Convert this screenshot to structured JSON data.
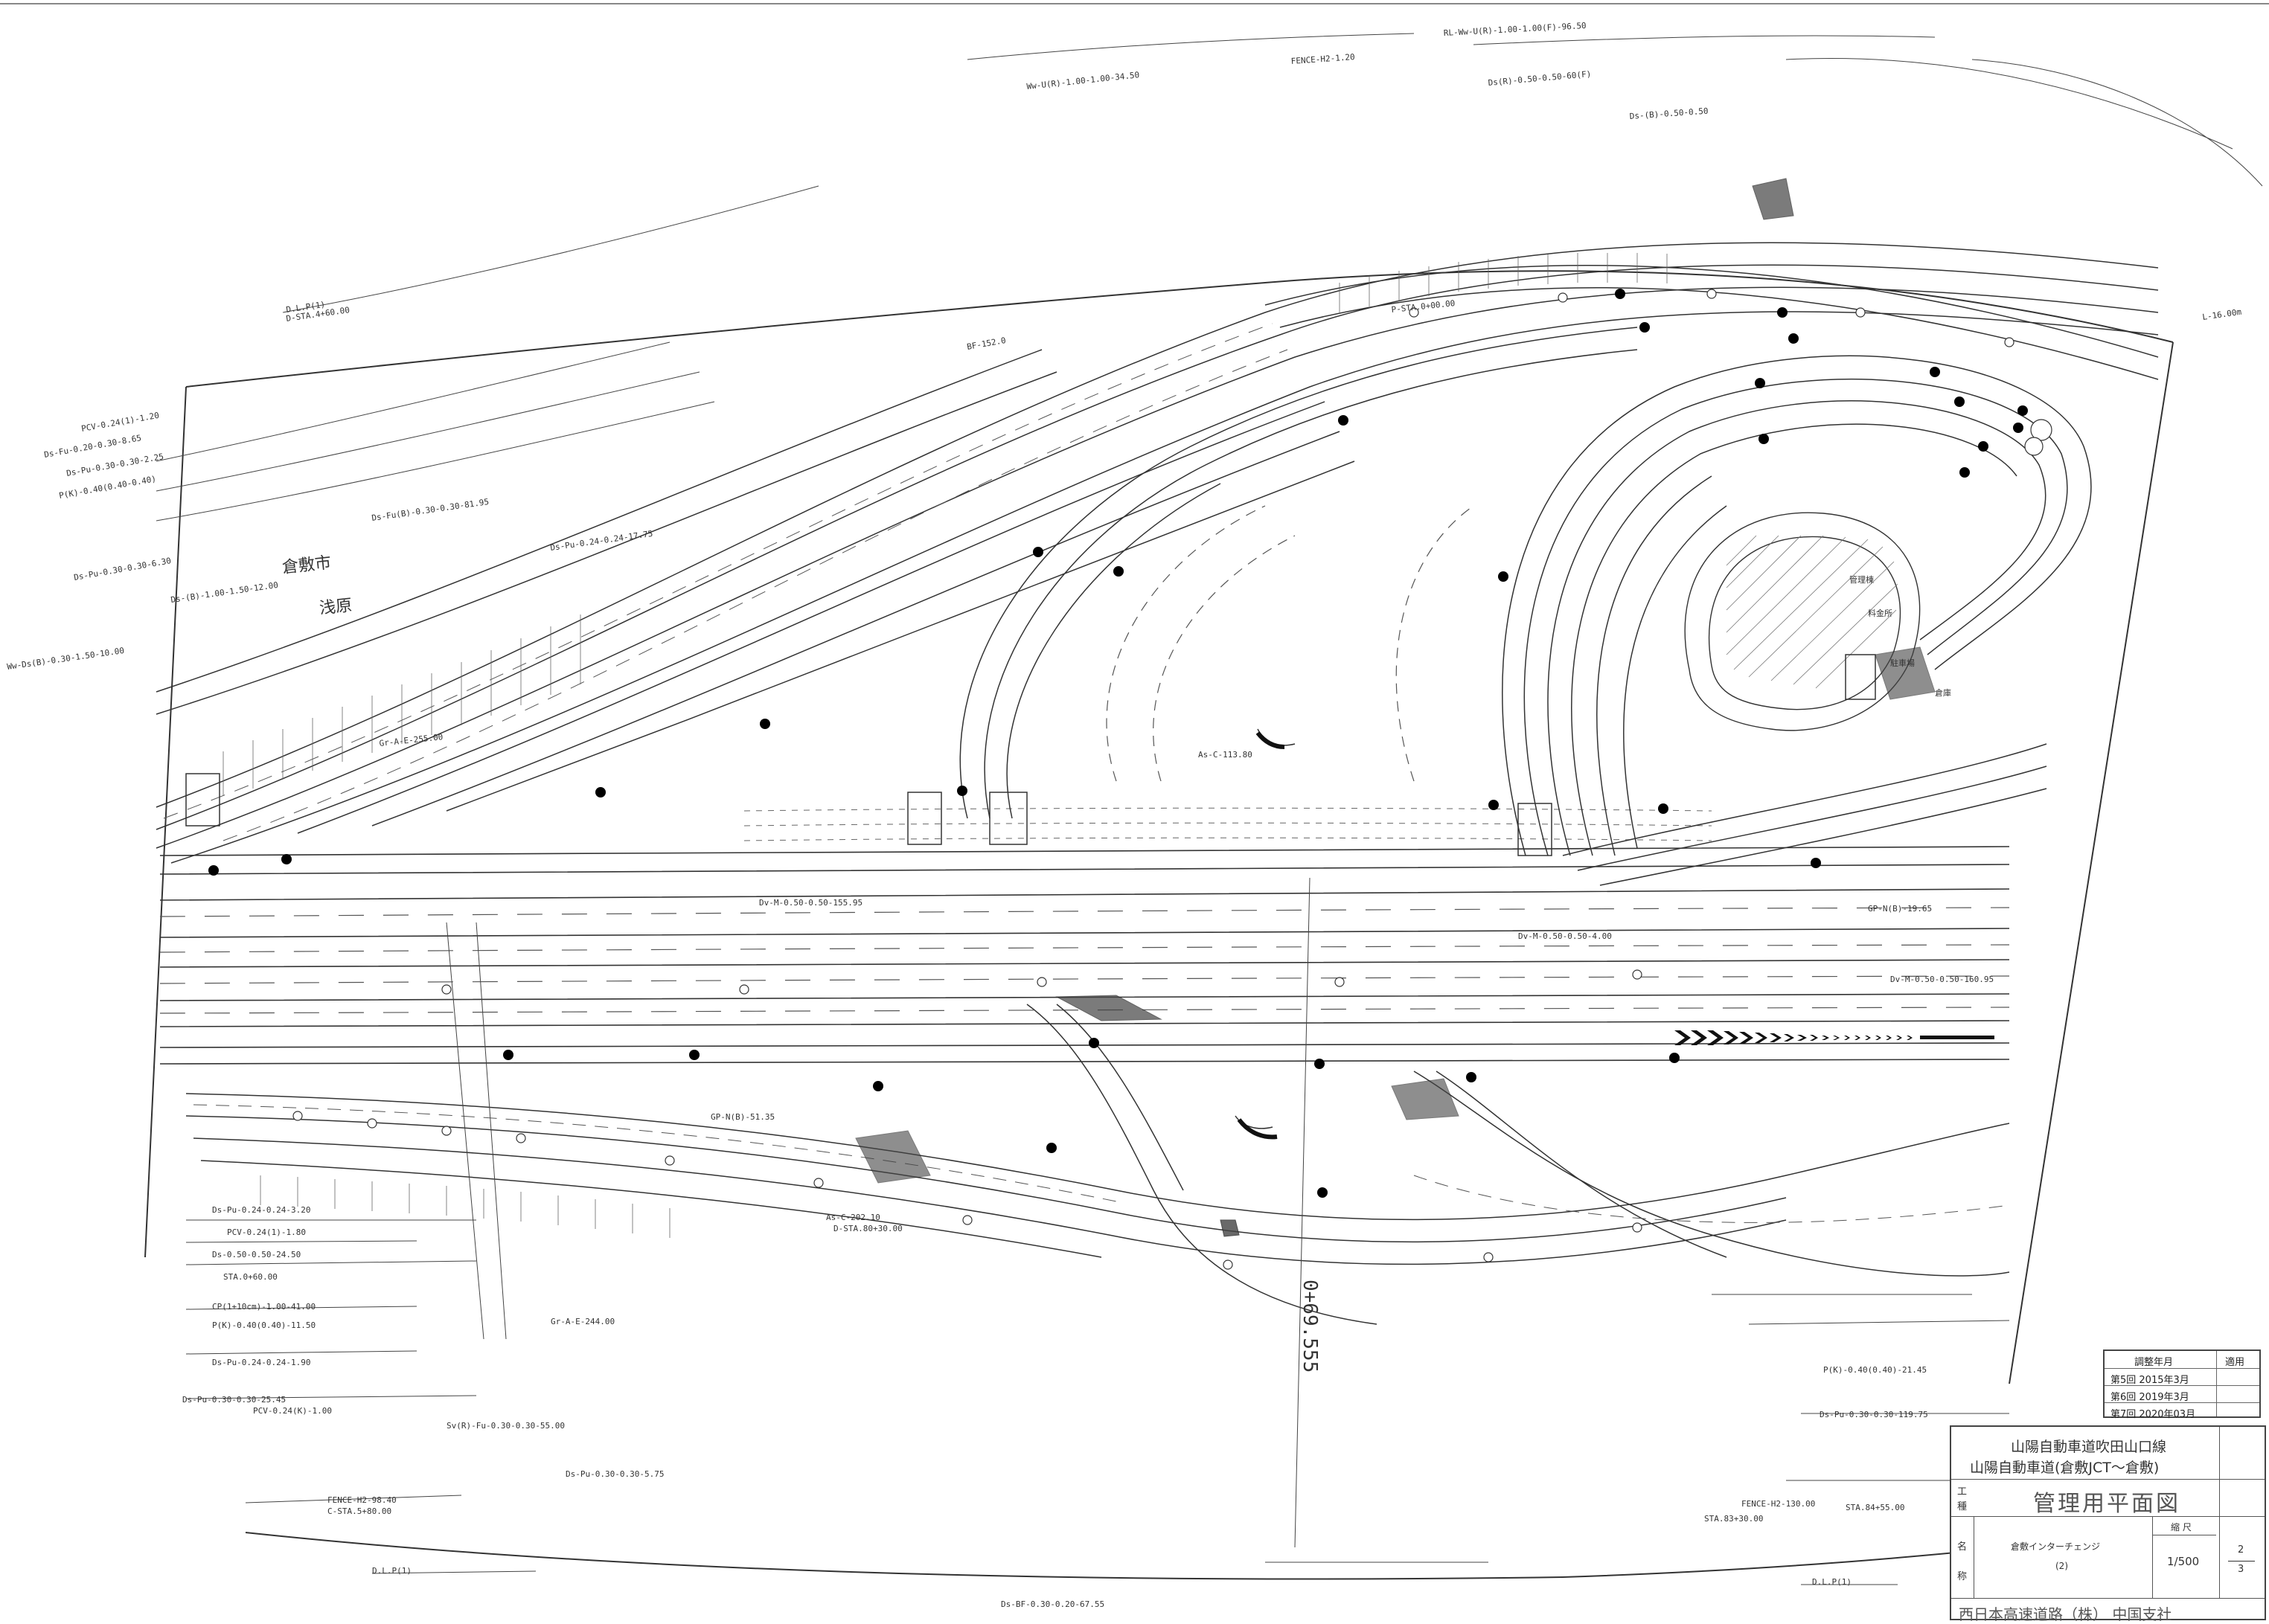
{
  "annotations": {
    "a1": "D.L.P(1)",
    "a2": "D-STA.4+60.00",
    "a3": "Ds-Fu-0.20-0.30-8.65",
    "a4": "Ds-Pu-0.30-0.30-2.25",
    "a5": "P(K)-0.40(0.40-0.40)",
    "a6": "Ds-Fu(B)-0.30-0.30-81.95",
    "a7": "Ds-Pu-0.30-0.30-6.30",
    "a8": "Ds-(B)-1.00-1.50-12.00",
    "a9": "Ww-Ds(B)-0.30-1.50-10.00",
    "a10": "Ds-Pu-0.24-0.24-17.75",
    "a11": "PCV-0.24(1)-1.20",
    "a12": "Ds-Pu-0.24-0.24-3.20",
    "a13": "PCV-0.24(1)-1.80",
    "a14": "Ds-0.50-0.50-24.50",
    "a15": "STA.0+60.00",
    "a16": "CP(1+10cm)-1.00-41.00",
    "a17": "P(K)-0.40(0.40)-11.50",
    "a18": "Ds-Pu-0.24-0.24-1.90",
    "a19": "Ds-Pu-0.30-0.30-25.45",
    "a20": "PCV-0.24(K)-1.00",
    "a21": "FENCE-H2-98.40",
    "a22": "C-STA.5+80.00",
    "a23": "D.L.P(1)",
    "a24": "Dv-M-0.50-0.50-155.95",
    "a25": "Dv-M-0.50-0.50-160.95",
    "a26": "Ds-Pu-0.30-0.30-119.75",
    "a27": "P(K)-0.40(0.40)-21.45",
    "a28": "FENCE-H2-130.00",
    "a29": "STA.83+30.00",
    "a30": "STA.84+55.00",
    "a31": "D.L.P(1)",
    "a32": "Gr-A-E-255.00",
    "a33": "Gr-A-E-244.00",
    "a34": "As-C-202.10",
    "a35": "D-STA.80+30.00",
    "a36": "Sv(R)-Fu-0.30-0.30-55.00",
    "a37": "Ds-Pu-0.30-0.30-5.75",
    "a38": "FENCE-H2-1.20",
    "a39": "Ww-U(R)-1.00-1.00-34.50",
    "a40": "RL-Ww-U(R)-1.00-1.00(F)-96.50",
    "a41": "Ds(R)-0.50-0.50-60(F)",
    "a42": "Ds-(B)-0.50-0.50",
    "a43": "L-16.00m",
    "a44": "Dv-M-0.50-0.50-4.00",
    "a45": "P-STA.0+00.00",
    "a46": "As-C-113.80",
    "a47": "GP-N(B)-19.65",
    "a48": "GP-N(B)-51.35",
    "a49": "Ds-BF-0.30-0.20-67.55",
    "a50": "BF-152.0"
  },
  "places": {
    "city": "倉敷市",
    "district": "浅原",
    "p1": "管理棟",
    "p2": "料金所",
    "p3": "駐車場",
    "p4": "倉庫"
  },
  "station": "0+69.555",
  "rev_table": {
    "h1": "調整年月",
    "h2": "適用",
    "r1": "第5回 2015年3月",
    "r2": "第6回 2019年3月",
    "r3": "第7回 2020年03月"
  },
  "title_block": {
    "line1": "山陽自動車道吹田山口線",
    "line2": "山陽自動車道(倉敷JCT～倉敷)",
    "kosyu_a": "工",
    "kosyu_b": "種",
    "drawing_title": "管理用平面図",
    "meisho_a": "名",
    "meisho_b": "称",
    "name1": "倉敷インターチェンジ",
    "name2": "(2)",
    "scale_label": "縮 尺",
    "scale": "1/500",
    "sheet_num": "2",
    "sheet_total": "3",
    "company": "西日本高速道路（株） 中国支社"
  }
}
